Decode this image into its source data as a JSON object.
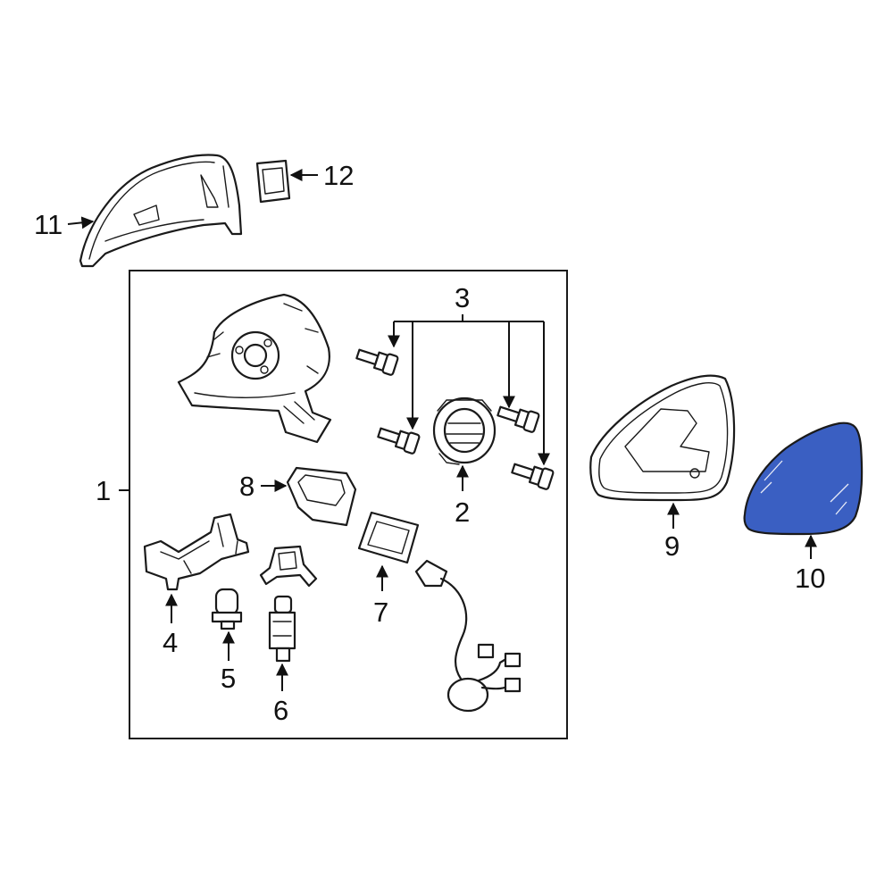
{
  "callouts": {
    "c1": "1",
    "c2": "2",
    "c3": "3",
    "c4": "4",
    "c5": "5",
    "c6": "6",
    "c7": "7",
    "c8": "8",
    "c9": "9",
    "c10": "10",
    "c11": "11",
    "c12": "12"
  },
  "colors": {
    "highlight_part": "#3a5fc2",
    "line": "#1a1a1a",
    "background": "#ffffff"
  }
}
